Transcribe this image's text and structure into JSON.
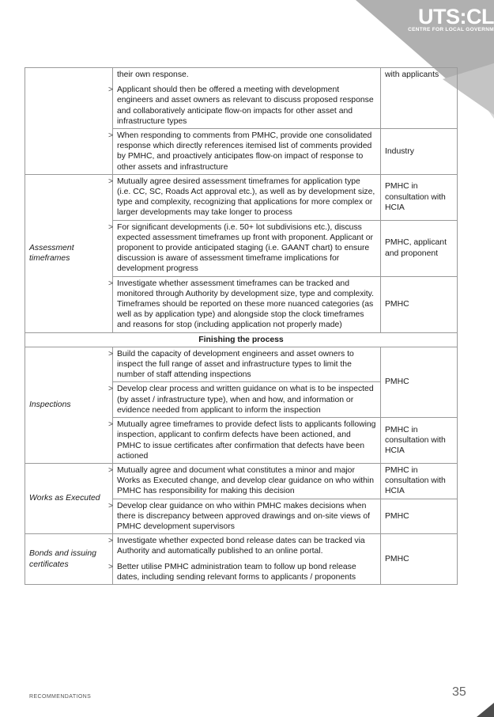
{
  "brand": {
    "logo_text": "UTS:CL",
    "logo_subtext": "CENTRE FOR LOCAL GOVERNM",
    "colors": {
      "banner_dark": "#b3b3b3",
      "banner_light": "#d6d6d6",
      "corner": "#4d4d4d"
    }
  },
  "table": {
    "rows": [
      {
        "topic": "",
        "actions": [
          "their own response.",
          "Applicant should then be offered a meeting with development engineers and asset owners as relevant to discuss proposed response and collaboratively anticipate flow-on impacts for other asset and infrastructure types"
        ],
        "responsible": "with applicants"
      },
      {
        "actions": [
          "When responding to comments from PMHC, provide one consolidated response which directly references itemised list of comments provided by PMHC, and proactively anticipates flow-on impact of response to other assets and infrastructure"
        ],
        "responsible": "Industry"
      },
      {
        "topic": "Assessment timeframes",
        "actions": [
          "Mutually agree desired assessment timeframes for application type (i.e. CC, SC, Roads Act approval etc.), as well as by development size, type and complexity, recognizing that applications for more complex or larger developments may take longer to process"
        ],
        "responsible": "PMHC in consultation with HCIA"
      },
      {
        "actions": [
          "For significant developments (i.e. 50+ lot subdivisions etc.), discuss expected assessment timeframes up front with proponent. Applicant or proponent to provide anticipated staging (i.e. GAANT chart) to ensure discussion is aware of assessment timeframe implications for development progress"
        ],
        "responsible": "PMHC, applicant and proponent"
      },
      {
        "actions": [
          "Investigate whether assessment timeframes can be tracked and monitored through Authority by development size, type and complexity. Timeframes should be reported on these more nuanced categories (as well as by application type) and alongside stop the clock timeframes and reasons for stop (including application not properly made)"
        ],
        "responsible": "PMHC"
      },
      {
        "section": "Finishing the process"
      },
      {
        "topic": "Inspections",
        "actions": [
          "Build the capacity of development engineers and asset owners to inspect the full range of asset and infrastructure types to limit the number of staff attending inspections"
        ],
        "responsible": "PMHC"
      },
      {
        "actions": [
          "Develop clear process and written guidance on what is to be inspected (by asset / infrastructure type), when and how, and information or evidence needed from applicant to inform the inspection"
        ]
      },
      {
        "actions": [
          "Mutually agree timeframes to provide defect lists to applicants following inspection, applicant to confirm defects have been actioned, and PMHC to issue certificates after confirmation that defects have been actioned"
        ],
        "responsible": "PMHC in consultation with HCIA"
      },
      {
        "topic": "Works as Executed",
        "actions": [
          "Mutually agree and document what constitutes a minor and major Works as Executed change, and develop clear guidance on who within PMHC has responsibility for making this decision"
        ],
        "responsible": "PMHC in consultation with HCIA"
      },
      {
        "actions": [
          "Develop clear guidance on who within PMHC makes decisions when there is discrepancy between approved drawings and on-site views of PMHC development supervisors"
        ],
        "responsible": "PMHC"
      },
      {
        "topic": "Bonds and issuing certificates",
        "actions": [
          "Investigate whether expected bond release dates can be tracked via Authority and automatically published to an online portal.",
          "Better utilise PMHC administration team to follow up bond release dates, including sending relevant forms to applicants / proponents"
        ],
        "responsible": "PMHC"
      }
    ]
  },
  "footer": {
    "label": "RECOMMENDATIONS",
    "page_number": "35"
  }
}
